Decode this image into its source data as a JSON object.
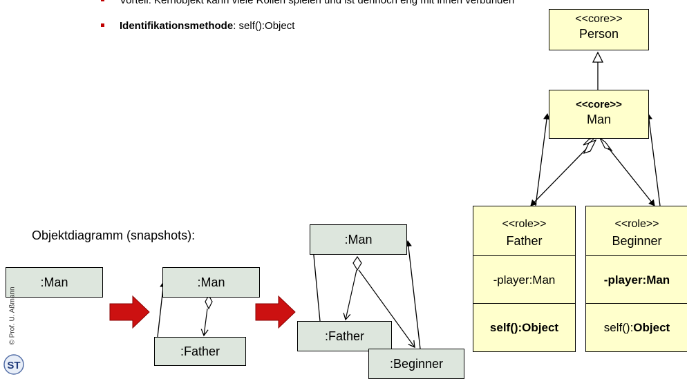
{
  "bullets": {
    "b1_text": "Vorteil: Kernobjekt kann viele Rollen spielen und ist dennoch eng mit ihnen verbunden",
    "b2_bold": "Identifikationsmethode",
    "b2_rest": ": self():Object"
  },
  "classes": {
    "person": {
      "stereotype": "<<core>>",
      "name": "Person"
    },
    "man": {
      "stereotype": "<<core>>",
      "name": "Man"
    },
    "father": {
      "stereotype": "<<role>>",
      "name": "Father",
      "attr": "-player:Man",
      "method": "self():Object"
    },
    "beginner": {
      "stereotype": "<<role>>",
      "name": "Beginner",
      "attr": "-player:Man",
      "method_prefix": "self():",
      "method_bold": "Object"
    }
  },
  "snapshot_label": "Objektdiagramm (snapshots):",
  "snap1": {
    "man": ":Man"
  },
  "snap2": {
    "man": ":Man",
    "father": ":Father"
  },
  "snap3": {
    "man": ":Man",
    "father": ":Father",
    "beginner": ":Beginner"
  },
  "copyright": "© Prof. U. Aßmann",
  "logo_text": "ST",
  "colors": {
    "class_fill": "#ffffcc",
    "object_fill": "#dde6dd",
    "arrow_red": "#cc1111",
    "bullet": "#c00000"
  }
}
